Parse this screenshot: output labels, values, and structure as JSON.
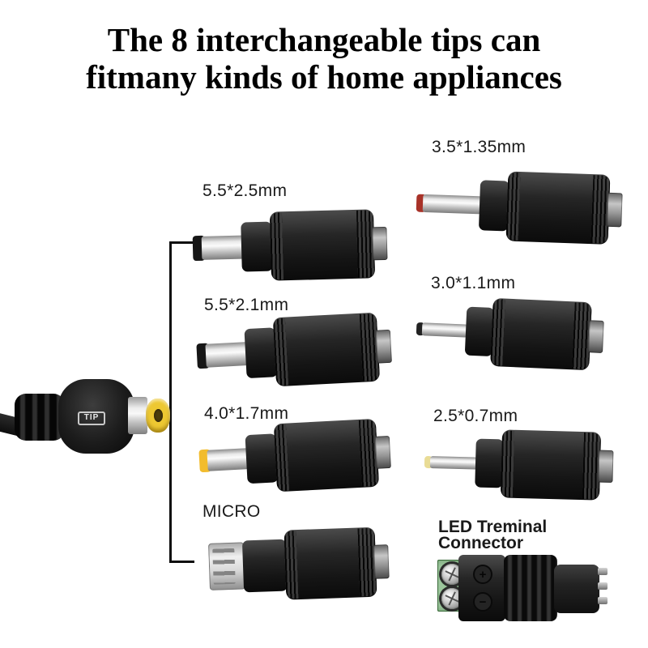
{
  "title": {
    "line1": "The 8 interchangeable tips can",
    "line2": "fitmany kinds of home appliances"
  },
  "plug": {
    "label": "TIP",
    "tip_color": "#edc832"
  },
  "tips": {
    "t55_25": {
      "label": "5.5*2.5mm",
      "cap_color": "#161616"
    },
    "t35_135": {
      "label": "3.5*1.35mm",
      "cap_color": "#a83228"
    },
    "t55_21": {
      "label": "5.5*2.1mm",
      "cap_color": "#161616"
    },
    "t30_11": {
      "label": "3.0*1.1mm",
      "cap_color": "#222222"
    },
    "t40_17": {
      "label": "4.0*1.7mm",
      "cap_color": "#f2bc2d"
    },
    "t25_07": {
      "label": "2.5*0.7mm",
      "cap_color": "#e9dc96"
    },
    "micro": {
      "label": "MICRO"
    },
    "led": {
      "label_line1": "LED Treminal",
      "label_line2": "Connector",
      "polarity_plus": "+",
      "polarity_minus": "−",
      "terminal_color": "#9cc59c"
    }
  },
  "colors": {
    "background": "#ffffff",
    "plastic_body": "#1f1f1f",
    "metal": "#d8d8d8",
    "title_text": "#000000",
    "label_text": "#1a1a1a",
    "bracket_line": "#0d0d0d"
  }
}
